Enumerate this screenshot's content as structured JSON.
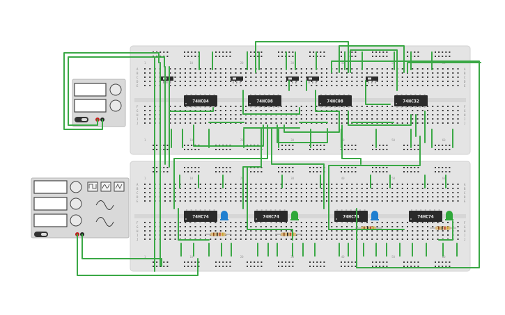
{
  "colors": {
    "wire": "#3aa845",
    "wire_dark": "#2e8a37",
    "board": "#e4e4e4",
    "board_edge": "#d2d2d2",
    "hole": "#3a3a3a",
    "chip": "#2b2b2b",
    "chip_text": "#ffffff",
    "led_blue": "#1f7fd0",
    "led_green": "#2fa83a",
    "supply_body": "#d9d9d9",
    "display": "#ffffff"
  },
  "breadboards": [
    {
      "name": "top-breadboard",
      "col_numbers": [
        "1",
        "10",
        "20",
        "30",
        "40",
        "50",
        "60"
      ],
      "row_letters_top": [
        "A",
        "B",
        "C",
        "D",
        "E"
      ],
      "row_letters_bottom": [
        "F",
        "G",
        "H",
        "I",
        "J"
      ]
    },
    {
      "name": "bottom-breadboard",
      "col_numbers": [
        "1",
        "10",
        "20",
        "30",
        "40",
        "50",
        "60"
      ],
      "row_letters_top": [
        "A",
        "B",
        "C",
        "D",
        "E"
      ],
      "row_letters_bottom": [
        "F",
        "G",
        "H",
        "I",
        "J"
      ]
    }
  ],
  "chips_top": [
    "74HC04",
    "74HC08",
    "74HC08",
    "74HC32"
  ],
  "chips_bottom": [
    "74HC74",
    "74HC74",
    "74HC74",
    "74HC74"
  ],
  "leds_bottom": [
    "blue",
    "green",
    "blue",
    "green"
  ],
  "icons": {
    "dc_supply": "power-supply-icon",
    "function_generator": "function-generator-icon",
    "square_wave": "square-wave-icon",
    "triangle_wave": "triangle-wave-icon",
    "sine_wave": "sine-wave-icon"
  }
}
